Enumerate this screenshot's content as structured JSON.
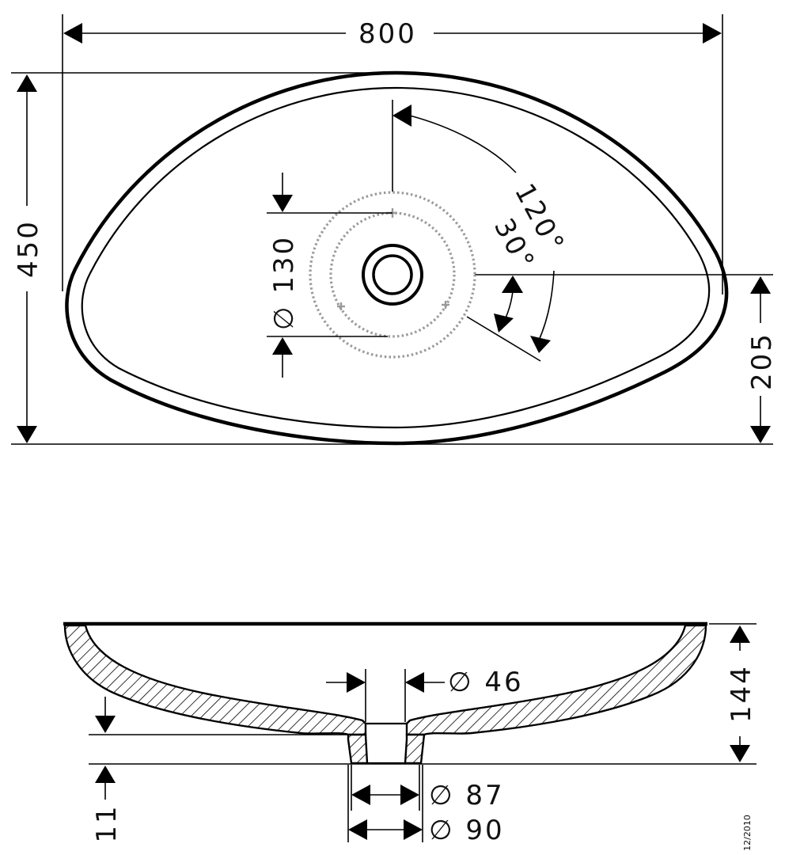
{
  "drawing_id": "12/2010",
  "top_view": {
    "width_dim": "800",
    "depth_dim": "450",
    "offset_dim": "205",
    "hole_circle_dim": "∅ 130",
    "angle_1": "120°",
    "angle_2": "30°"
  },
  "side_view": {
    "height_dim": "144",
    "base_dim": "11",
    "drain_inner_dim": "∅ 46",
    "foot_inner_dim": "∅ 87",
    "foot_outer_dim": "∅ 90"
  }
}
